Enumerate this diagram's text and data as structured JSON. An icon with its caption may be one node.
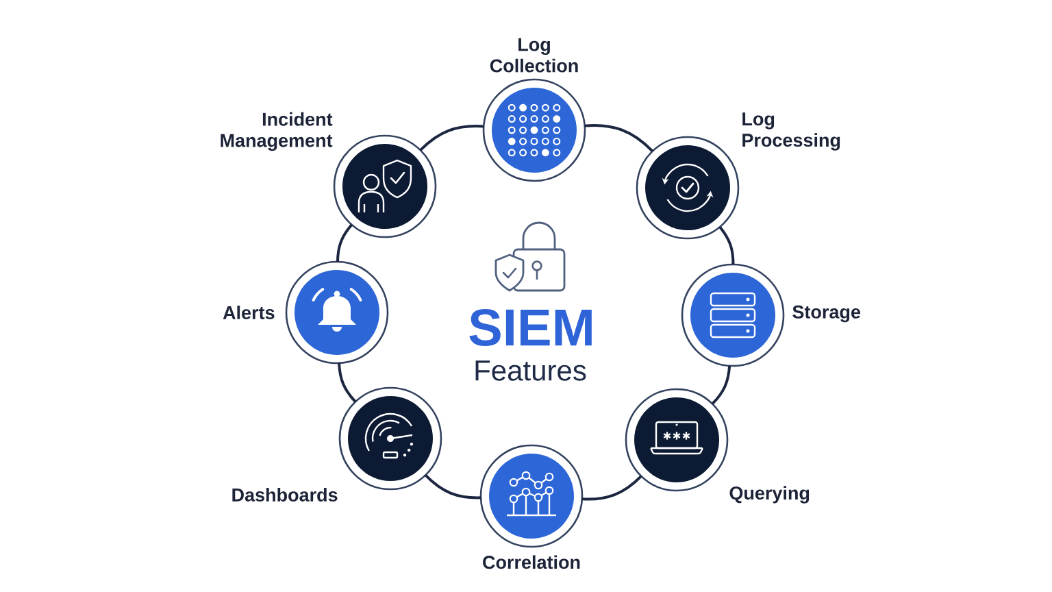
{
  "diagram": {
    "nodes": [
      {
        "text": [
          "Log Collection"
        ]
      },
      {
        "text": [
          "Log Processing"
        ]
      },
      {
        "text": [
          "Storage"
        ]
      },
      {
        "text": [
          "Querying"
        ]
      },
      {
        "text": [
          "Correlation"
        ]
      },
      {
        "text": [
          "Dashboards"
        ]
      },
      {
        "text": [
          "Alerts"
        ]
      },
      {
        "text": [
          "Incident Management"
        ]
      }
    ],
    "edges": [
      {
        "from": 0,
        "to": 1,
        "arrow": "none"
      },
      {
        "from": 1,
        "to": 2,
        "arrow": "none"
      },
      {
        "from": 2,
        "to": 3,
        "arrow": "none"
      },
      {
        "from": 3,
        "to": 4,
        "arrow": "none"
      },
      {
        "from": 4,
        "to": 5,
        "arrow": "none"
      },
      {
        "from": 5,
        "to": 6,
        "arrow": "none"
      },
      {
        "from": 6,
        "to": 7,
        "arrow": "none"
      },
      {
        "from": 7,
        "to": 0,
        "arrow": "none"
      }
    ],
    "labels": [
      "SIEM",
      "Features"
    ]
  }
}
